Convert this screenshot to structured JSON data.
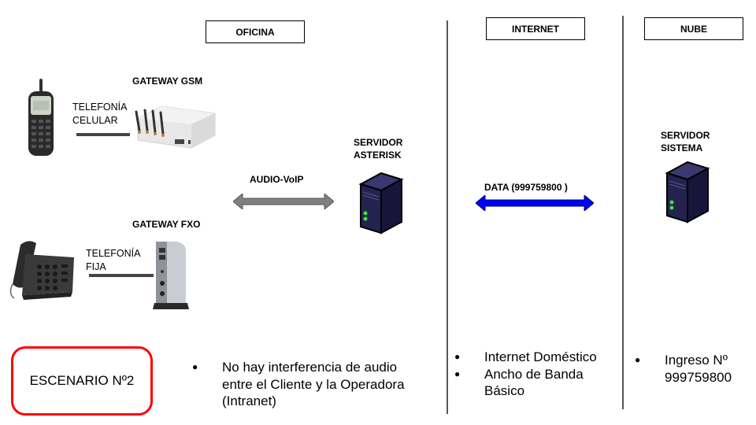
{
  "sections": {
    "oficina": "OFICINA",
    "internet": "INTERNET",
    "nube": "NUBE"
  },
  "devices": {
    "gateway_gsm": "GATEWAY GSM",
    "gateway_fxo": "GATEWAY FXO",
    "servidor_asterisk": [
      "SERVIDOR",
      "ASTERISK"
    ],
    "servidor_sistema": [
      "SERVIDOR",
      "SISTEMA"
    ]
  },
  "links": {
    "celular": [
      "TELEFONÍA",
      "CELULAR"
    ],
    "fija": [
      "TELEFONÍA",
      "FIJA"
    ],
    "audio": "AUDIO-VoIP",
    "data": "DATA (999759800 )"
  },
  "colors": {
    "audio_arrow": "#808080",
    "data_arrow": "#0000ff",
    "scenario_border": "#ff0000",
    "server_body": "#1c1b4a"
  },
  "scenario": "ESCENARIO Nº2",
  "notes": {
    "oficina": [
      "No hay interferencia de audio entre el Cliente y la Operadora (Intranet)"
    ],
    "internet": [
      "Internet Doméstico",
      "Ancho de Banda Básico"
    ],
    "nube": [
      "Ingreso Nº 999759800"
    ]
  }
}
